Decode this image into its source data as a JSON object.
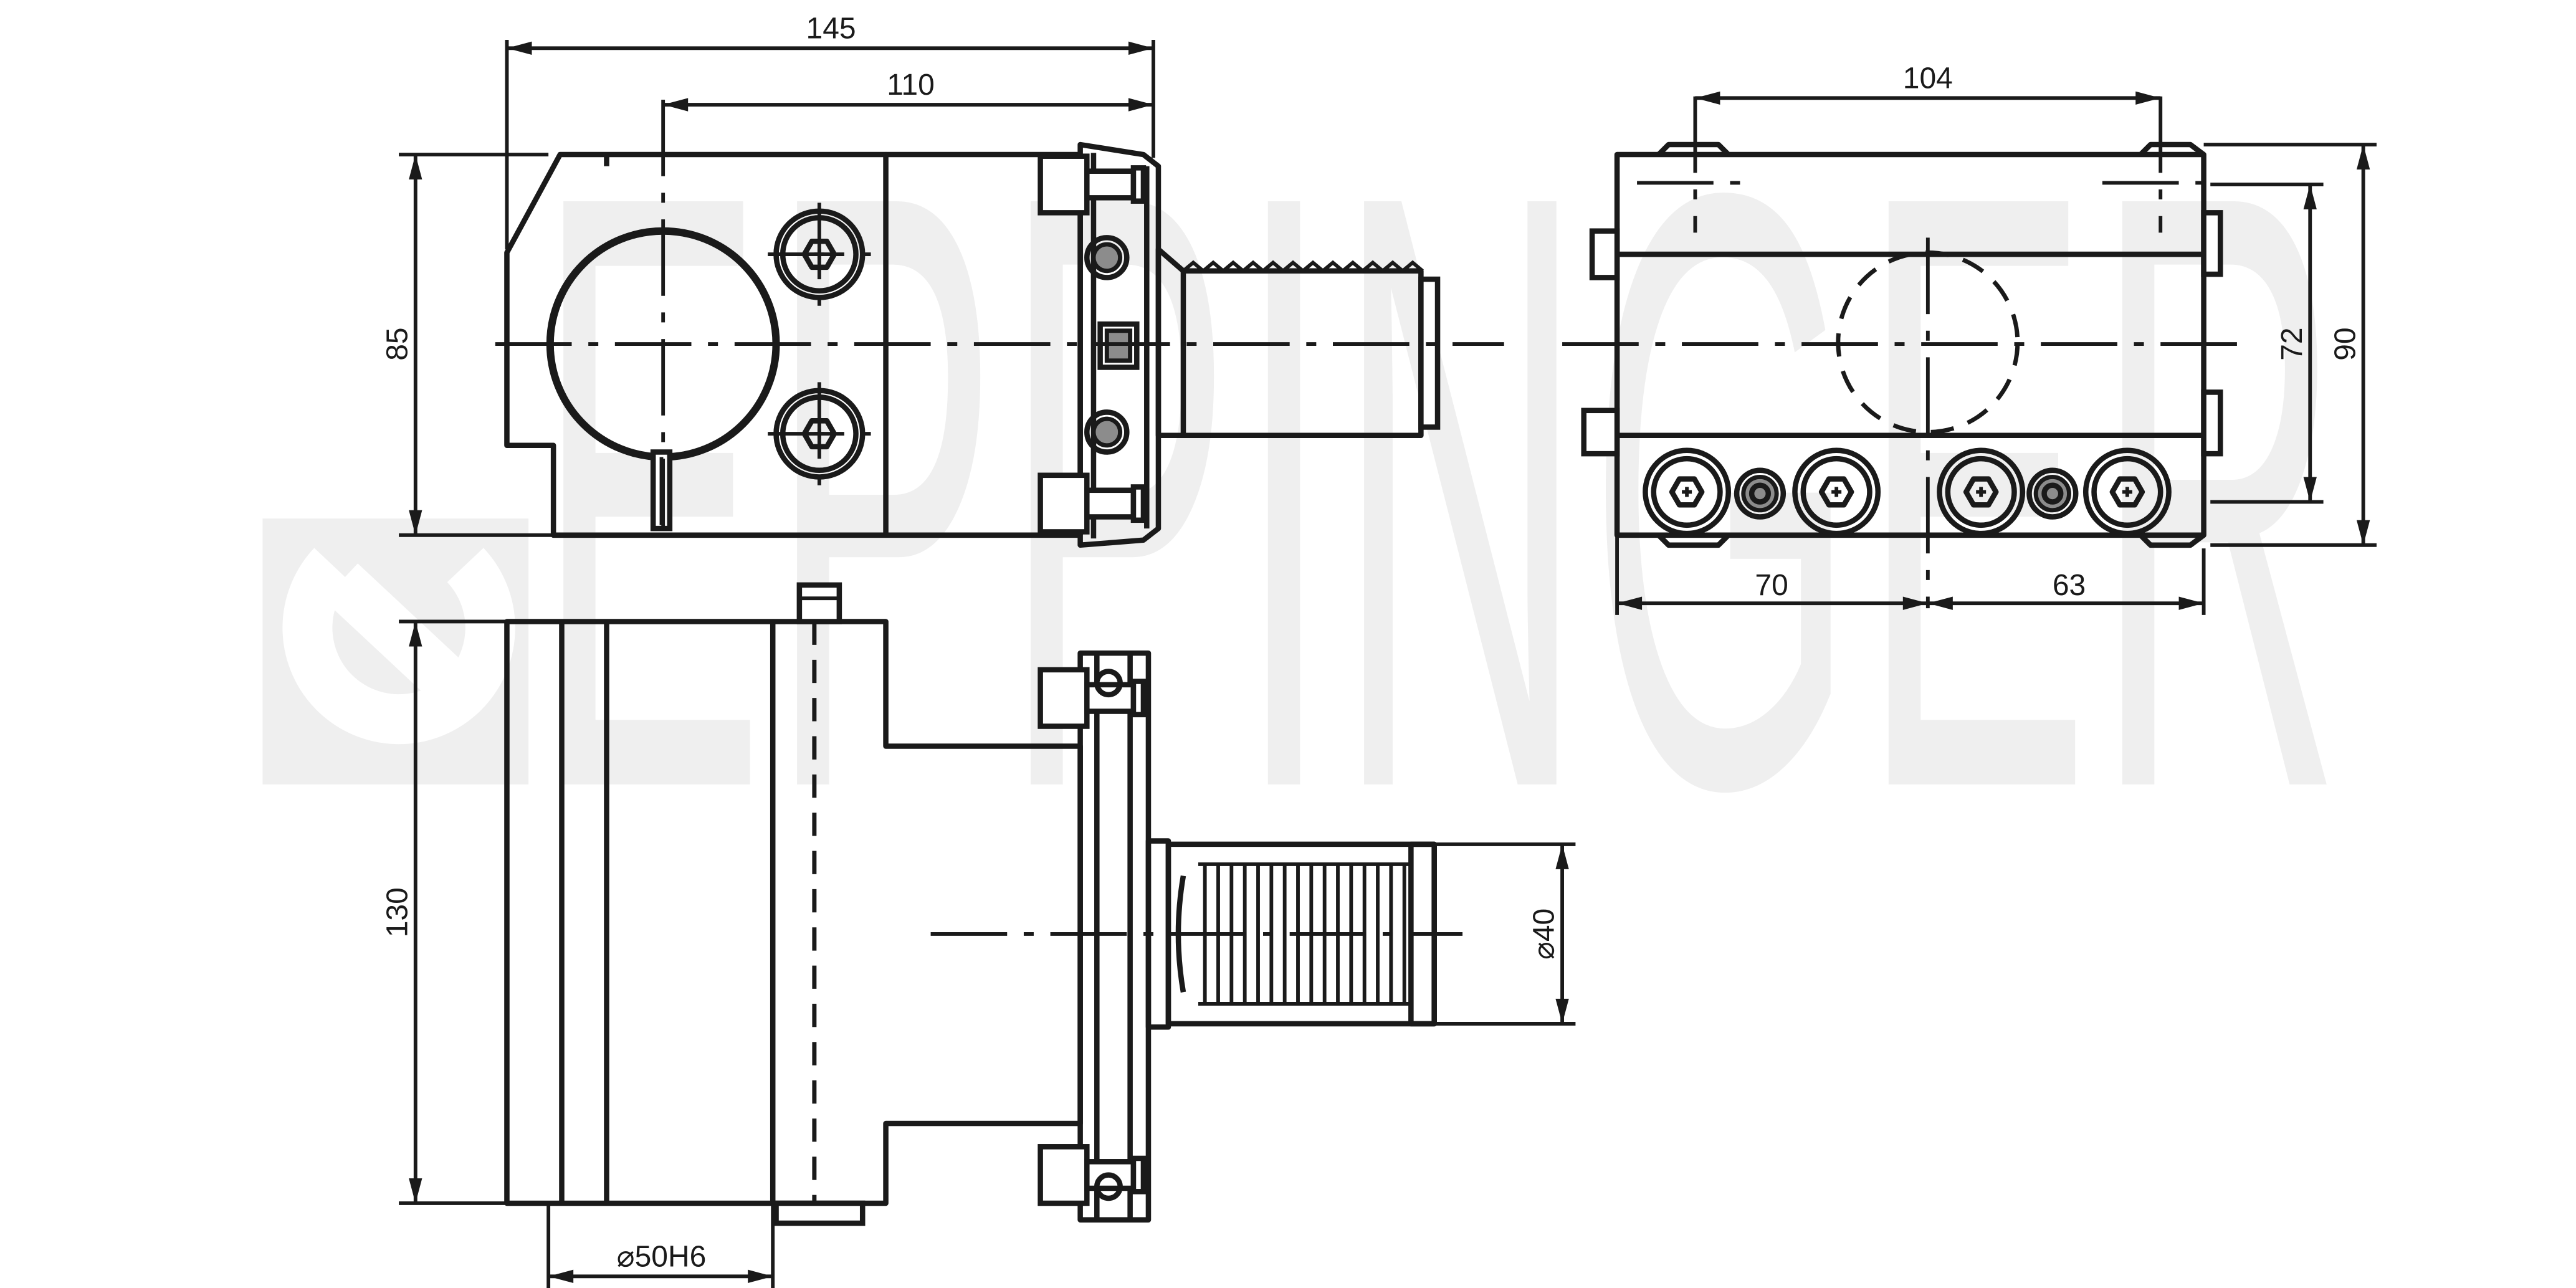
{
  "watermark": {
    "brand": "EPPINGER"
  },
  "dimensions": {
    "top_width_overall": "145",
    "top_width_to_axis": "110",
    "height_side": "85",
    "front_span_top": "104",
    "front_height_inner": "72",
    "front_height_overall": "90",
    "bottom_left_span": "70",
    "bottom_right_span": "63",
    "body_height": "130",
    "spindle_diameter": "⌀40",
    "shank_diameter": "⌀50H6"
  },
  "colors": {
    "line": "#1a1a1a",
    "watermark": "#efefef",
    "fill_dark": "#8c8c8c"
  }
}
